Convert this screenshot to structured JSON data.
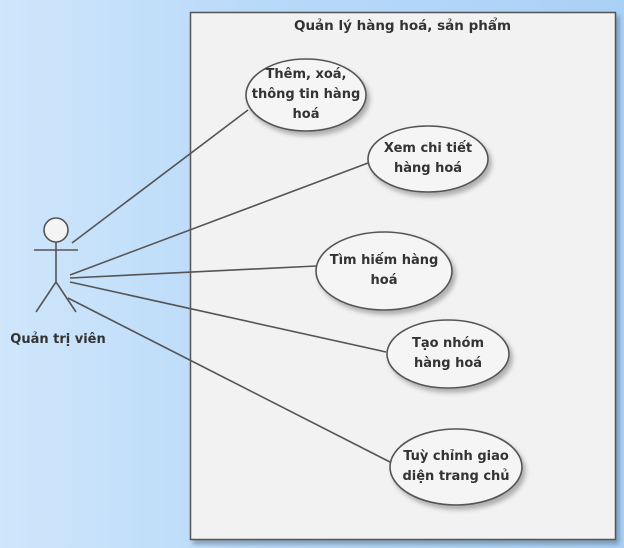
{
  "system": {
    "title": "Quản lý hàng hoá, sản phẩm"
  },
  "actor": {
    "name": "Quản trị viên"
  },
  "use_cases": [
    {
      "label": "Thêm, xoá, thông tin hàng hoá"
    },
    {
      "label": "Xem chi tiết hàng hoá"
    },
    {
      "label": "Tìm hiếm hàng hoá"
    },
    {
      "label": "Tạo nhóm hàng hoá"
    },
    {
      "label": "Tuỳ chỉnh giao diện trang chủ"
    }
  ],
  "colors": {
    "system_fill": "#f2f2f2",
    "stroke": "#555555",
    "usecase_fill": "#f5f5f5"
  }
}
